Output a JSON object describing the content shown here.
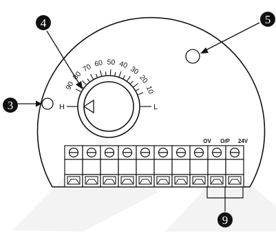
{
  "callouts": {
    "c3": "3",
    "c4": "4",
    "c5": "5",
    "c9": "9"
  },
  "dial": {
    "scale": [
      "90",
      "80",
      "70",
      "60",
      "50",
      "40",
      "30",
      "20",
      "10"
    ],
    "low_label": "L",
    "high_label": "H"
  },
  "terminal_block": {
    "terminal_count": 10,
    "labels": [
      "OV",
      "O/P",
      "24V"
    ]
  },
  "colors": {
    "line": "#111111",
    "callout_fill": "#111111",
    "watermark": "#f2f2f2"
  }
}
